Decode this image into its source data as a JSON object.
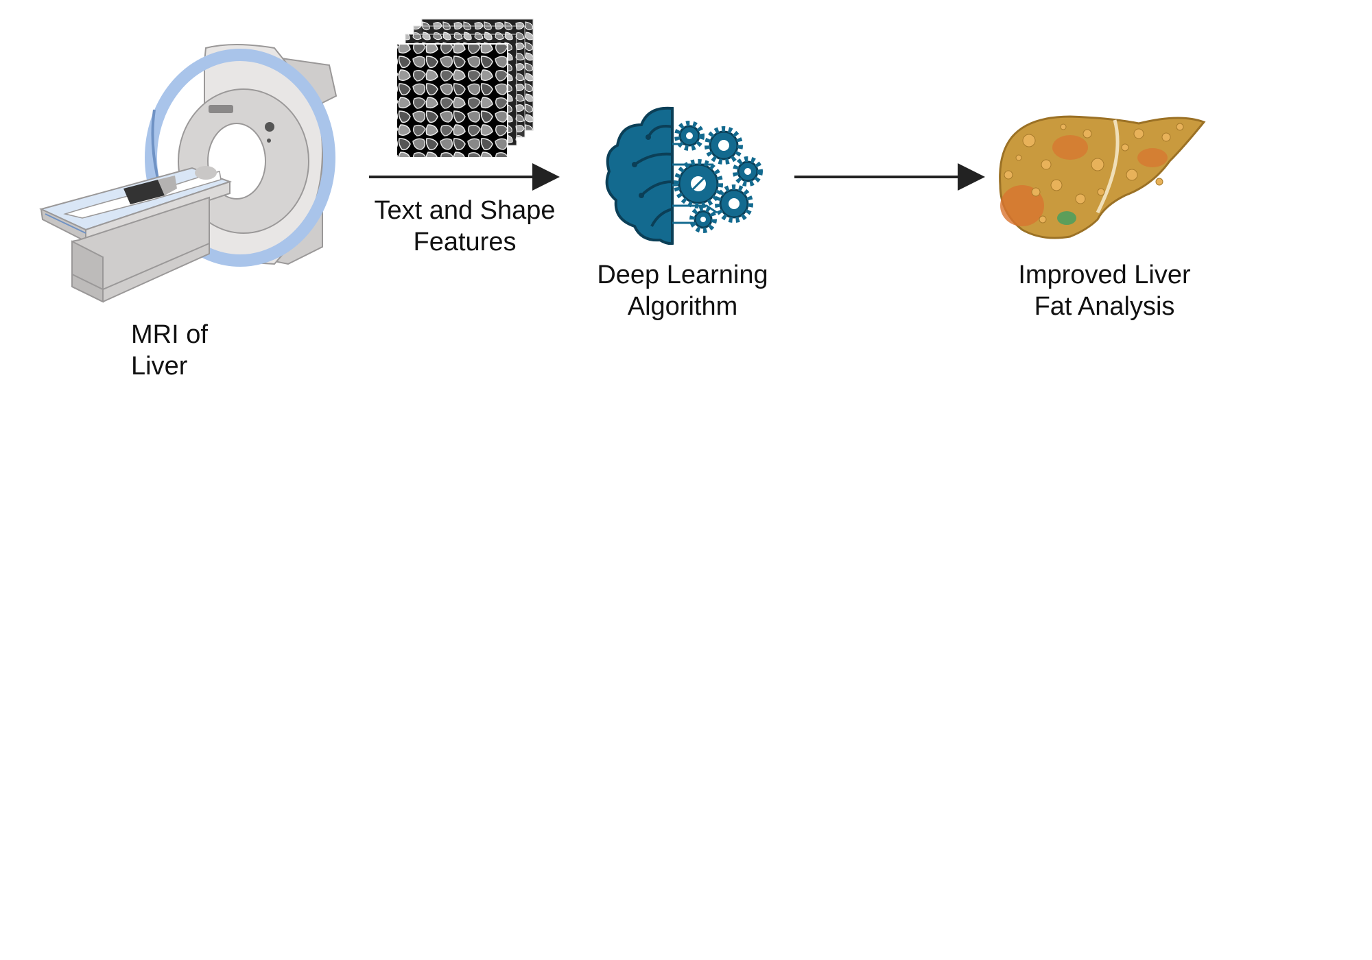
{
  "steps": [
    {
      "id": "mri",
      "icon": "mri-scanner-icon",
      "label_lines": [
        "MRI of",
        "Liver"
      ]
    },
    {
      "id": "features",
      "icon": "texture-stack-icon",
      "label_lines": [
        "Text and Shape",
        "Features"
      ]
    },
    {
      "id": "algorithm",
      "icon": "brain-gears-icon",
      "label_lines": [
        "Deep Learning",
        "Algorithm"
      ]
    },
    {
      "id": "result",
      "icon": "fatty-liver-icon",
      "label_lines": [
        "Improved Liver",
        "Fat Analysis"
      ]
    }
  ],
  "colors": {
    "arrow": "#222222",
    "brain": "#136a8f",
    "scanner_body": "#e6e4e3",
    "scanner_ring": "#a9c4ea",
    "liver": "#c99a3e",
    "liver_spots": "#d8742f"
  }
}
